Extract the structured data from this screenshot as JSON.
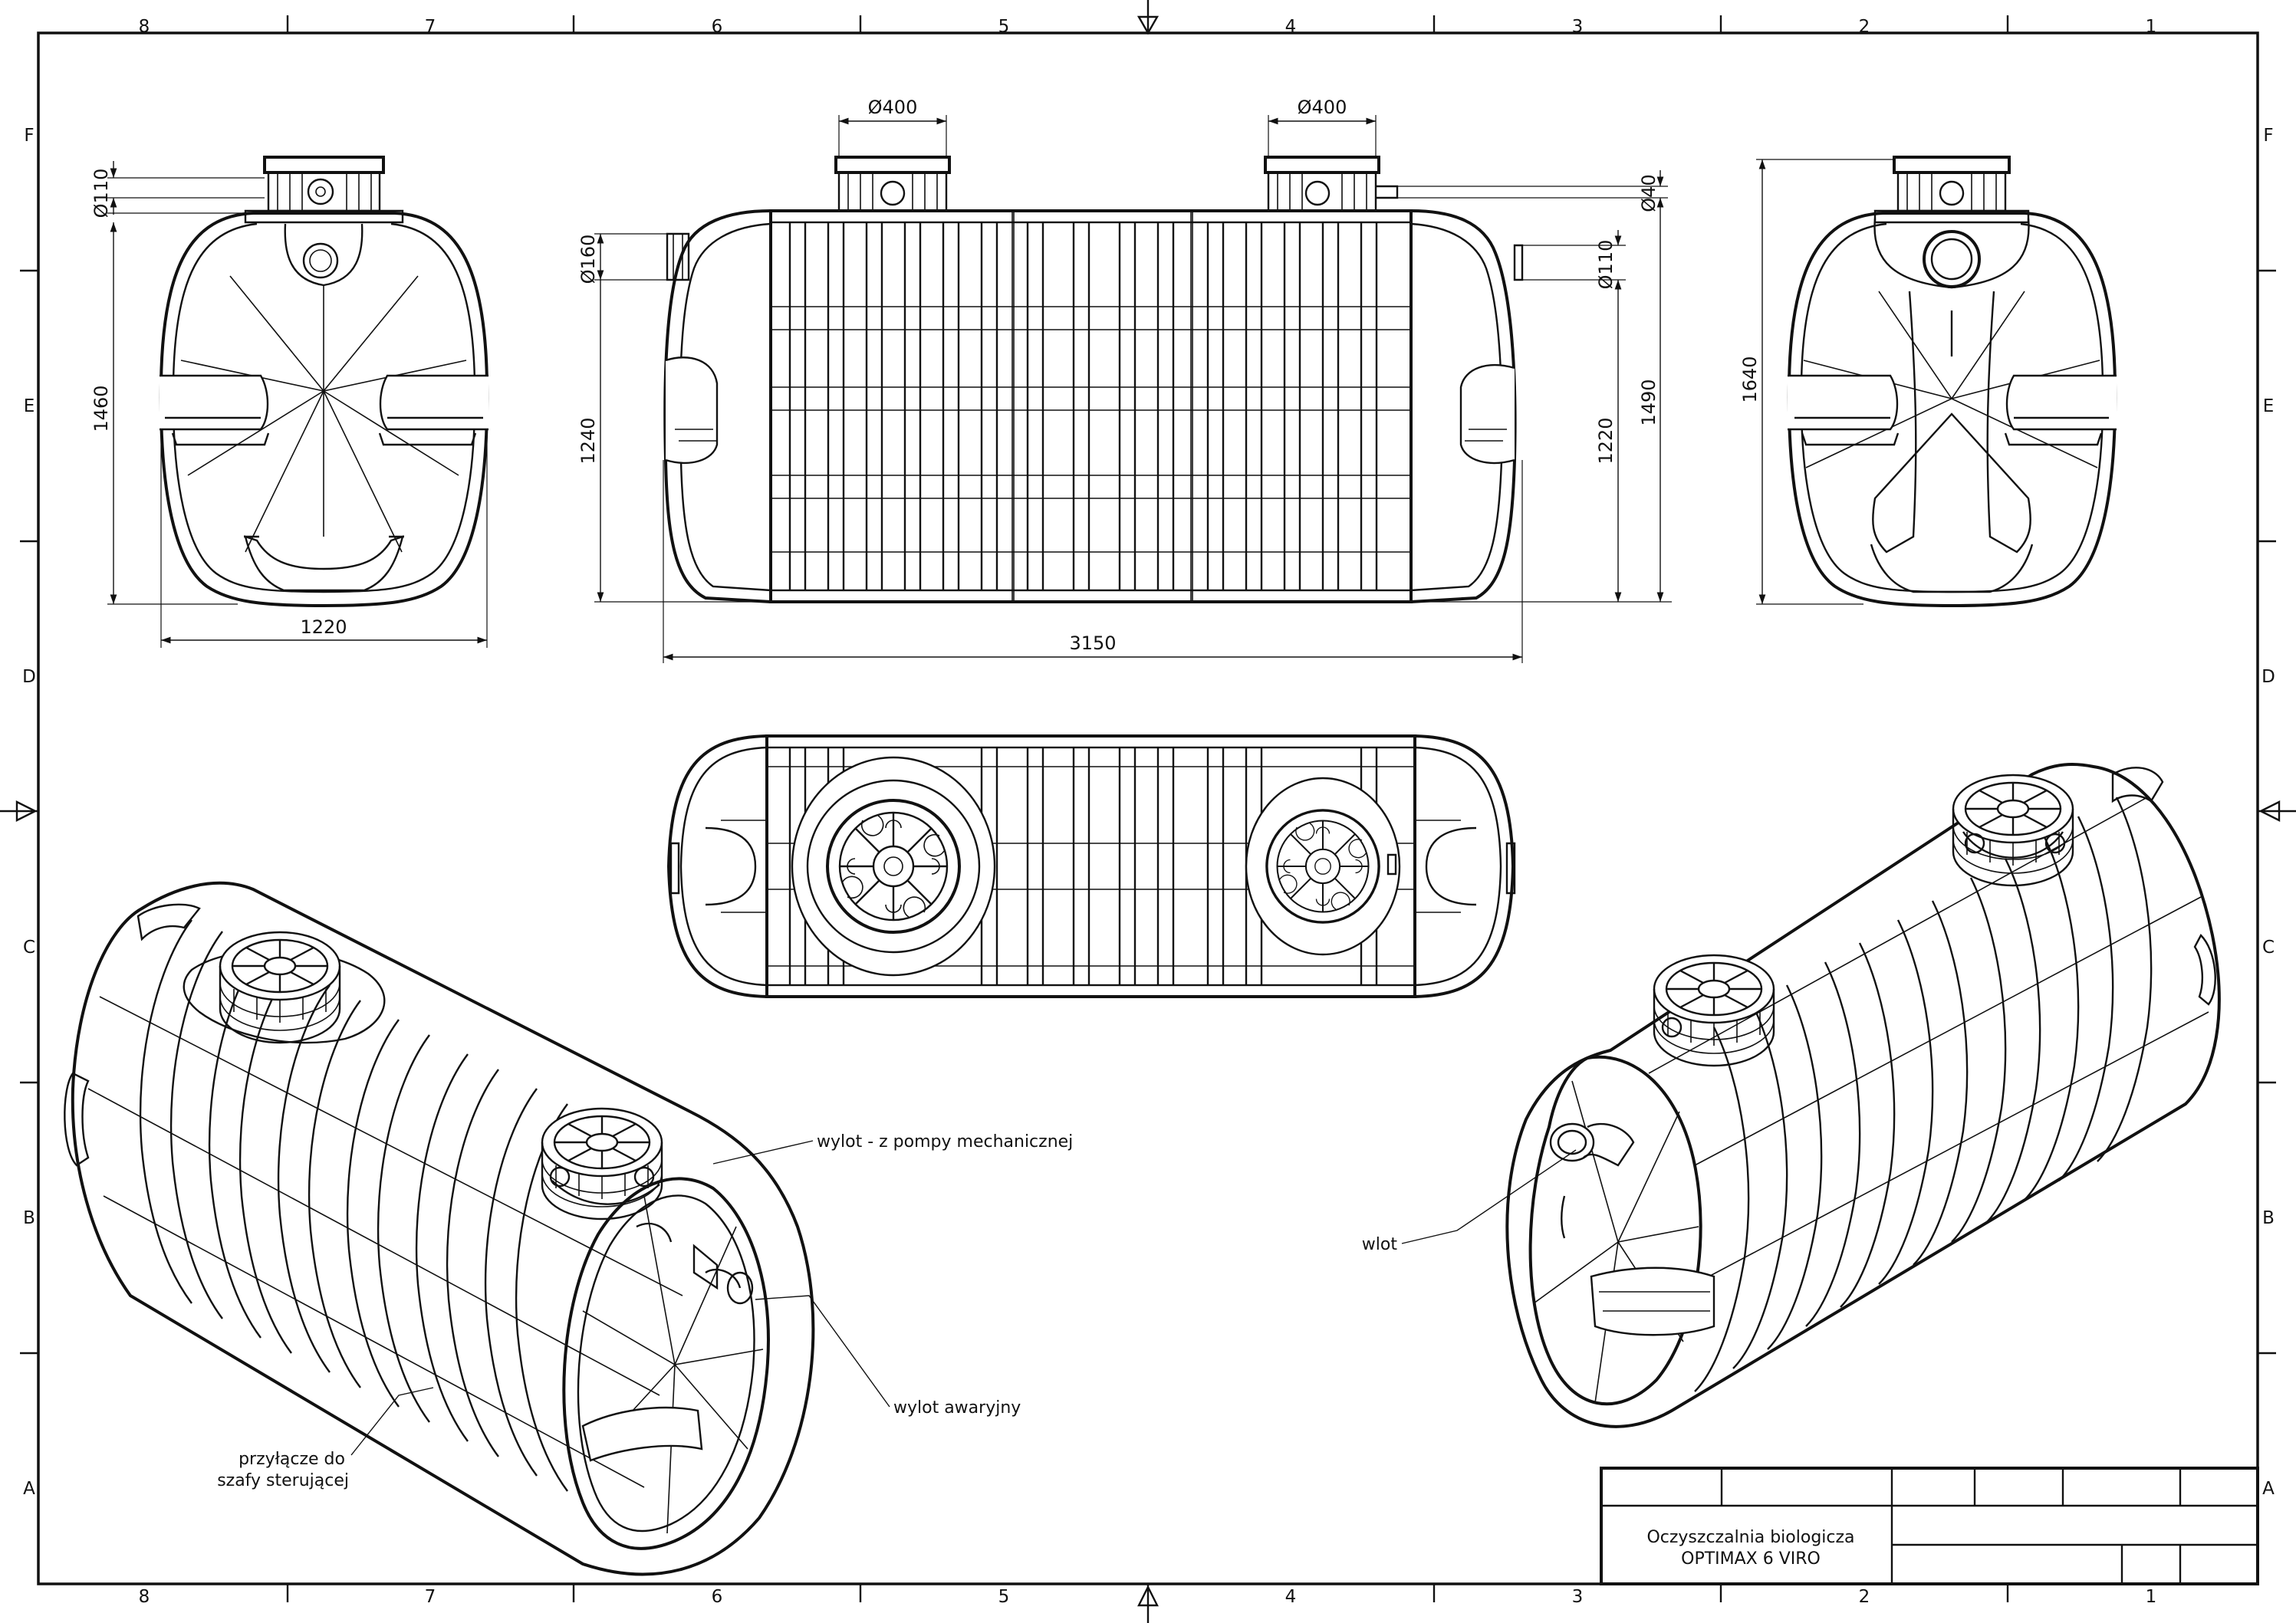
{
  "grid": {
    "columns": [
      "8",
      "7",
      "6",
      "5",
      "4",
      "3",
      "2",
      "1"
    ],
    "rows": [
      "F",
      "E",
      "D",
      "C",
      "B",
      "A"
    ]
  },
  "dimensions": {
    "front_width": "1220",
    "front_height": "1460",
    "front_pipe": "Ø110",
    "side_length": "3150",
    "manhole_left": "Ø400",
    "manhole_right": "Ø400",
    "pipe_left": "Ø160",
    "height_left": "1240",
    "pipe_40": "Ø40",
    "pipe_right": "Ø110",
    "height_right_inner": "1220",
    "height_right_outer": "1490",
    "back_height": "1640"
  },
  "labels": {
    "outlet_pump": "wylot - z pompy mechanicznej",
    "outlet_emergency": "wylot awaryjny",
    "connector_line1": "przyłącze do",
    "connector_line2": "szafy sterującej",
    "inlet": "wlot"
  },
  "title_block": {
    "line1": "Oczyszczalnia biologicza",
    "line2": "OPTIMAX 6 VIRO"
  }
}
